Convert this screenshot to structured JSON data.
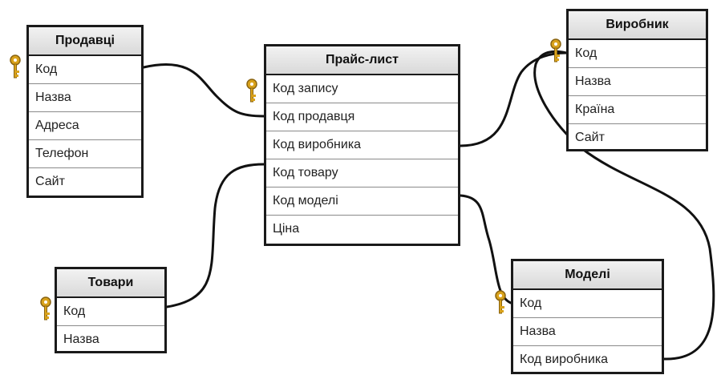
{
  "tables": {
    "sellers": {
      "title": "Продавці",
      "fields": [
        "Код",
        "Назва",
        "Адреса",
        "Телефон",
        "Сайт"
      ]
    },
    "price": {
      "title": "Прайс-лист",
      "fields": [
        "Код запису",
        "Код продавця",
        "Код виробника",
        "Код товару",
        "Код моделі",
        "Ціна"
      ]
    },
    "maker": {
      "title": "Виробник",
      "fields": [
        "Код",
        "Назва",
        "Країна",
        "Сайт"
      ]
    },
    "goods": {
      "title": "Товари",
      "fields": [
        "Код",
        "Назва"
      ]
    },
    "models": {
      "title": "Моделі",
      "fields": [
        "Код",
        "Назва",
        "Код виробника"
      ]
    }
  },
  "key_color": "#d9a21b",
  "line_color": "#111111"
}
